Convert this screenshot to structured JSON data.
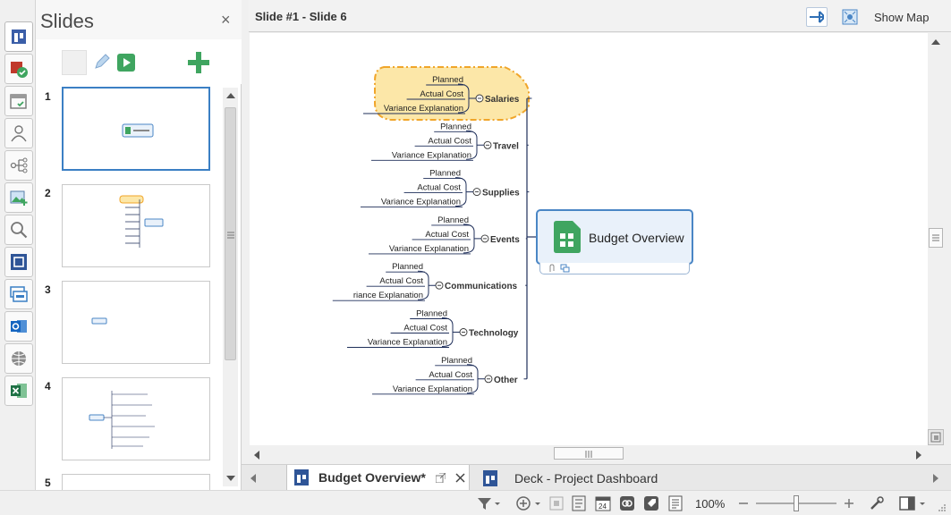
{
  "slides_pane": {
    "title": "Slides",
    "close_glyph": "×",
    "slides": [
      {
        "number": "1"
      },
      {
        "number": "2"
      },
      {
        "number": "3"
      },
      {
        "number": "4"
      },
      {
        "number": "5"
      }
    ]
  },
  "main": {
    "title": "Slide #1 - Slide 6",
    "show_map_label": "Show Map"
  },
  "mindmap": {
    "central_topic": "Budget Overview",
    "branches": [
      {
        "label": "Salaries",
        "children": [
          "Planned",
          "Actual Cost",
          "Variance Explanation"
        ],
        "highlighted": true
      },
      {
        "label": "Travel",
        "children": [
          "Planned",
          "Actual Cost",
          "Variance Explanation"
        ]
      },
      {
        "label": "Supplies",
        "children": [
          "Planned",
          "Actual Cost",
          "Variance Explanation"
        ]
      },
      {
        "label": "Events",
        "children": [
          "Planned",
          "Actual Cost",
          "Variance Explanation"
        ]
      },
      {
        "label": "Communications",
        "children": [
          "Planned",
          "Actual Cost",
          "riance Explanation"
        ]
      },
      {
        "label": "Technology",
        "children": [
          "Planned",
          "Actual Cost",
          "Variance Explanation"
        ]
      },
      {
        "label": "Other",
        "children": [
          "Planned",
          "Actual Cost",
          "Variance Explanation"
        ]
      }
    ],
    "colors": {
      "central_fill": "#e9f1fa",
      "central_border": "#4a86c5",
      "highlight_fill": "#fce7a8",
      "highlight_border": "#f0a52a",
      "line": "#1f2f5a",
      "excel_green": "#3fa560"
    }
  },
  "tabs": [
    {
      "label": "Budget Overview*",
      "active": true
    },
    {
      "label": "Deck - Project Dashboard",
      "active": false
    }
  ],
  "status_bar": {
    "zoom": "100%",
    "zoom_level_fraction": 0.5
  },
  "icons": {
    "rail": [
      "presentation-icon",
      "task-icon",
      "calendar-icon",
      "person-icon",
      "branch-icon",
      "image-icon",
      "search-icon",
      "focus-icon",
      "slides-icon",
      "outlook-icon",
      "globe-icon",
      "excel-icon"
    ],
    "status": [
      "filter-icon",
      "add-topic-icon",
      "fit-icon",
      "outline-icon",
      "calendar-icon",
      "link-icon",
      "tag-icon",
      "notes-icon",
      "zoom-out-icon",
      "zoom-in-icon",
      "settings-icon",
      "layout-icon"
    ]
  }
}
